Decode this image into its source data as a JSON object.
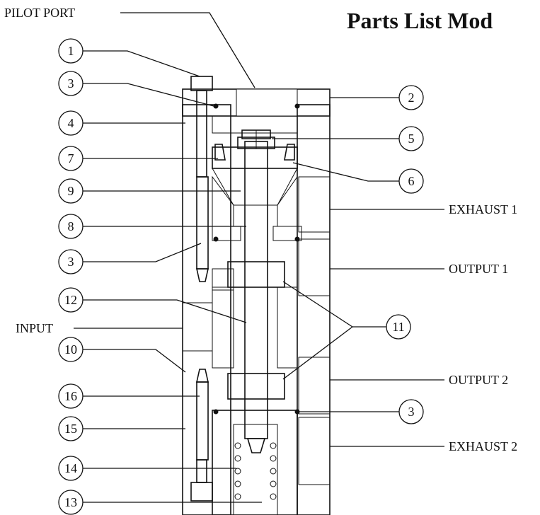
{
  "title": "Parts List Mod",
  "side_labels": {
    "pilot_port": "PILOT PORT",
    "input": "INPUT",
    "exhaust_1": "EXHAUST 1",
    "output_1": "OUTPUT 1",
    "output_2": "OUTPUT 2",
    "exhaust_2": "EXHAUST 2"
  },
  "callouts": {
    "c1": "1",
    "c2": "2",
    "c3a": "3",
    "c4": "4",
    "c5": "5",
    "c6": "6",
    "c7": "7",
    "c9": "9",
    "c8": "8",
    "c3b": "3",
    "c12": "12",
    "c11": "11",
    "c10": "10",
    "c16": "16",
    "c3c": "3",
    "c15": "15",
    "c14": "14",
    "c13": "13"
  }
}
